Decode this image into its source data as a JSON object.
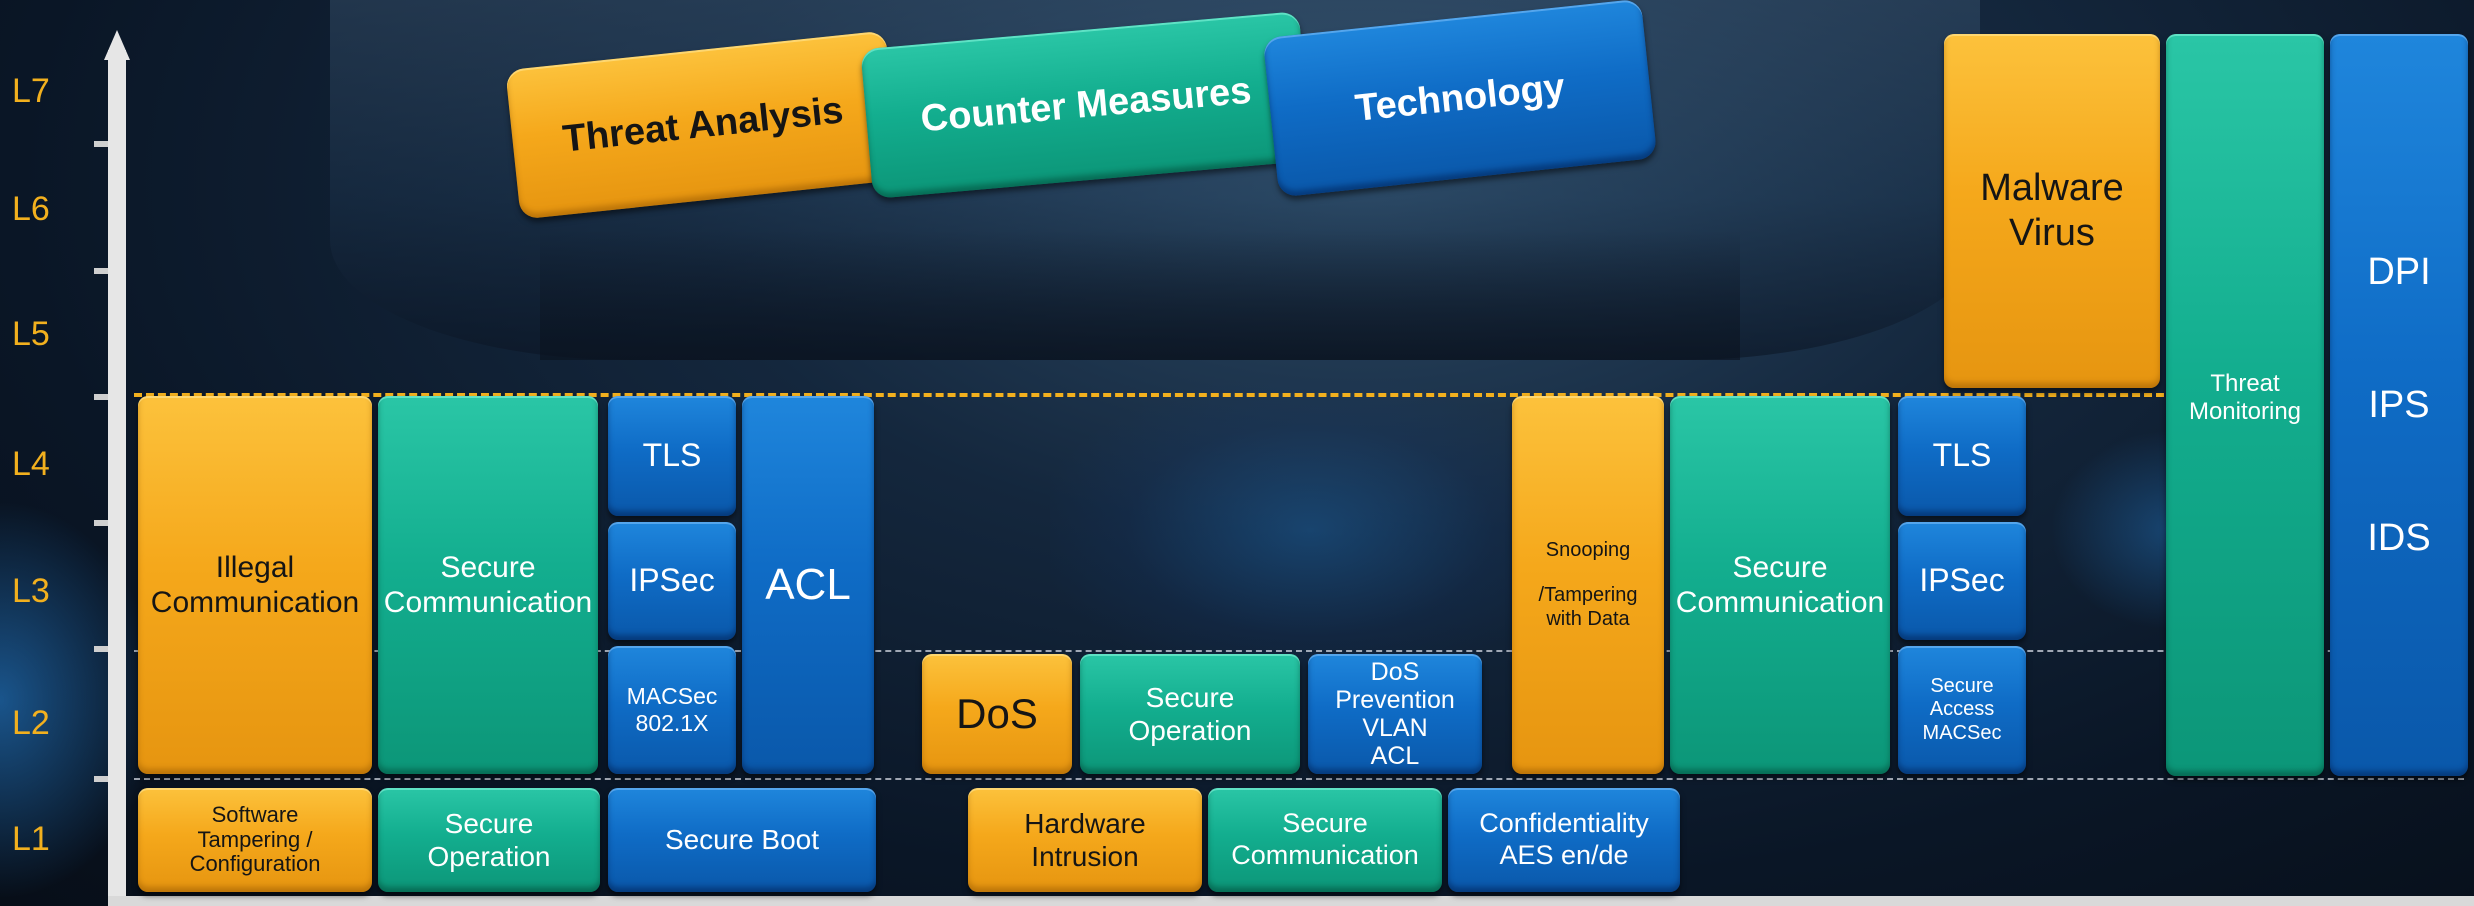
{
  "colors": {
    "threat": "#f5a81b",
    "counter": "#13ae8f",
    "technology": "#0f6cc6",
    "layer_label": "#f2b01e"
  },
  "headers": {
    "threat": "Threat Analysis",
    "counter": "Counter Measures",
    "technology": "Technology"
  },
  "layers": [
    "L7",
    "L6",
    "L5",
    "L4",
    "L3",
    "L2",
    "L1"
  ],
  "left_group": {
    "illegal_communication": [
      "Illegal",
      "Communication"
    ],
    "secure_communication": [
      "Secure",
      "Communication"
    ],
    "tls": "TLS",
    "ipsec": "IPSec",
    "macsec": [
      "MACSec",
      "802.1X"
    ],
    "acl": "ACL"
  },
  "mid_group": {
    "dos": "DoS",
    "secure_operation": [
      "Secure",
      "Operation"
    ],
    "dos_prevention": [
      "DoS",
      "Prevention",
      "VLAN",
      "ACL"
    ]
  },
  "right_group": {
    "snooping": [
      "Snooping",
      "/Tampering",
      "with Data"
    ],
    "secure_communication": [
      "Secure",
      "Communication"
    ],
    "tls": "TLS",
    "ipsec": "IPSec",
    "secure_access": [
      "Secure",
      "Access",
      "MACSec"
    ]
  },
  "upper_right": {
    "malware": [
      "Malware",
      "Virus"
    ],
    "threat_monitoring": [
      "Threat",
      "Monitoring"
    ],
    "dpi": "DPI",
    "ips": "IPS",
    "ids": "IDS"
  },
  "l1_row": {
    "software_tampering": [
      "Software",
      "Tampering /",
      "Configuration"
    ],
    "secure_operation": [
      "Secure",
      "Operation"
    ],
    "secure_boot": "Secure Boot",
    "hardware_intrusion": [
      "Hardware",
      "Intrusion"
    ],
    "secure_communication": [
      "Secure",
      "Communication"
    ],
    "confidentiality": [
      "Confidentiality",
      "AES en/de"
    ]
  }
}
